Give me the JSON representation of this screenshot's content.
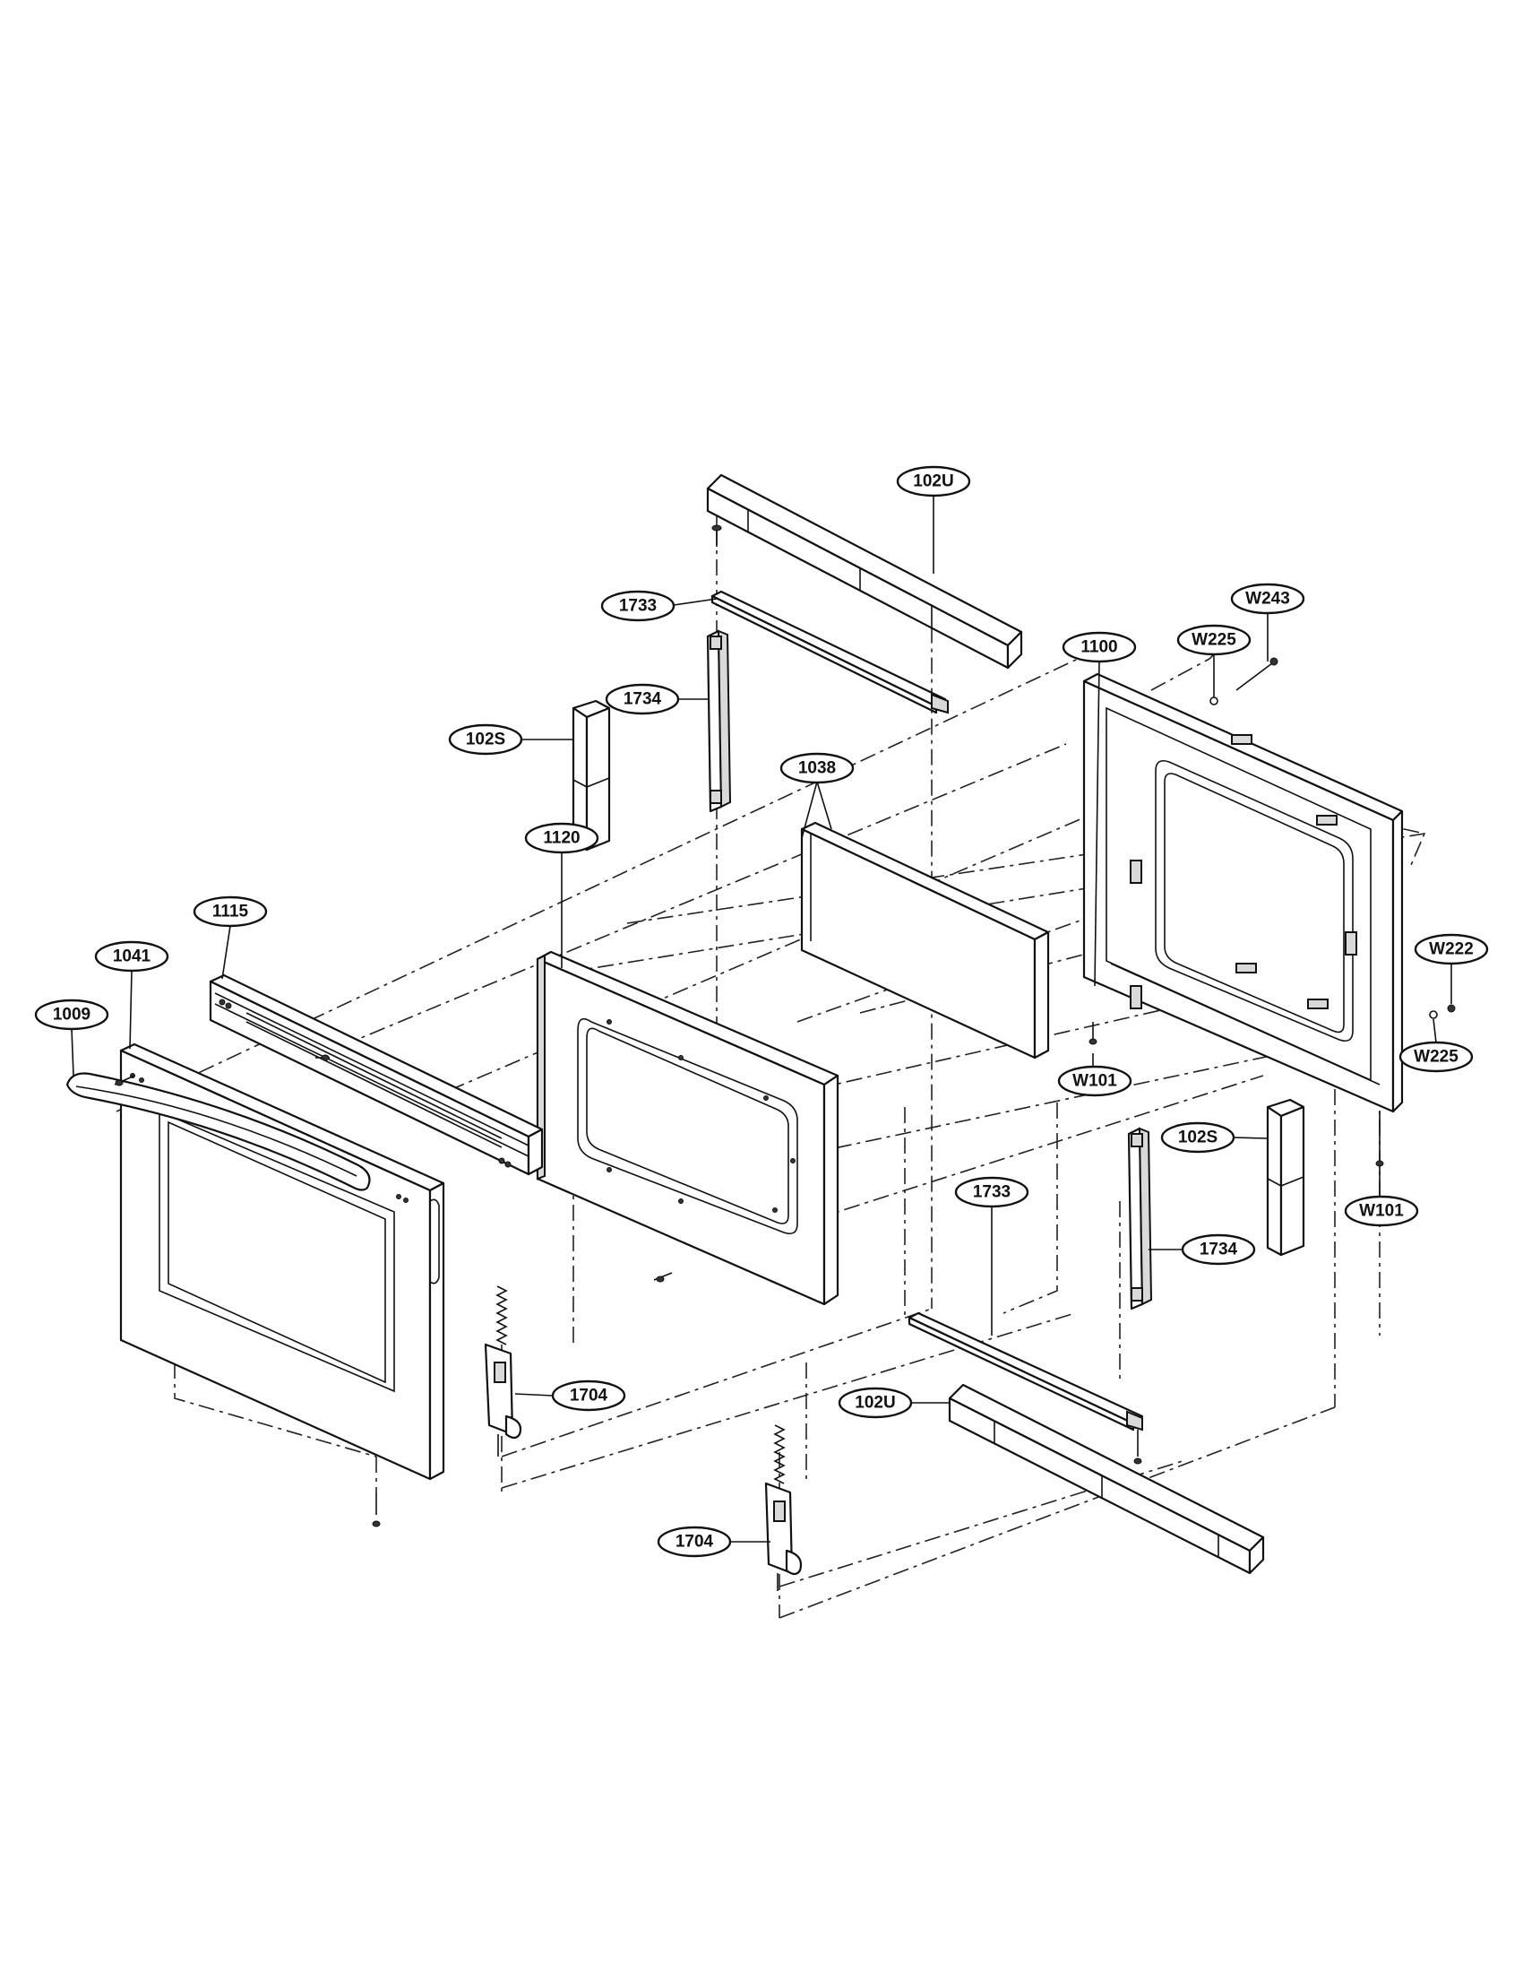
{
  "callouts": {
    "c102U_top": "102U",
    "c1733_top": "1733",
    "c1734_top": "1734",
    "c102S_left": "102S",
    "c1038": "1038",
    "c1100": "1100",
    "cW225_top": "W225",
    "cW243": "W243",
    "c1120": "1120",
    "c1115": "1115",
    "c1041": "1041",
    "c1009": "1009",
    "cW222": "W222",
    "cW225_right": "W225",
    "cW101_mid": "W101",
    "c102S_right": "102S",
    "cW101_right": "W101",
    "c1733_bottom": "1733",
    "c1734_bottom": "1734",
    "c1704_mid": "1704",
    "c102U_bottom": "102U",
    "c1704_bottom": "1704"
  },
  "colors": {
    "line": "#111111",
    "fill": "#ffffff",
    "shade": "#d9d9d9"
  }
}
